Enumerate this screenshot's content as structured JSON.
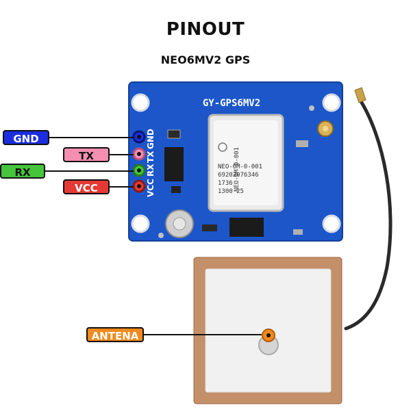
{
  "header": {
    "title": "PINOUT",
    "subtitle": "NEO6MV2 GPS"
  },
  "board": {
    "silkscreen": "GY-GPS6MV2",
    "pin_labels": [
      "GND",
      "TX",
      "RX",
      "VCC"
    ],
    "module_text": [
      "NEO-6M-0-001",
      "69202076346",
      "1736",
      "1300 25"
    ]
  },
  "pins": [
    {
      "label": "GND",
      "bg": "#1a2ee0",
      "fg": "#ffffff"
    },
    {
      "label": "TX",
      "bg": "#f48fb1",
      "fg": "#111111"
    },
    {
      "label": "RX",
      "bg": "#46c43c",
      "fg": "#111111"
    },
    {
      "label": "VCC",
      "bg": "#e53935",
      "fg": "#ffffff"
    }
  ],
  "antenna": {
    "label": "ANTENA",
    "bg": "#f28a1c",
    "fg": "#ffffff"
  },
  "colors": {
    "pcb": "#1c56c9",
    "patch_border": "#c49069",
    "patch_face": "#f1f1f1",
    "cable": "#2a2a2a"
  }
}
